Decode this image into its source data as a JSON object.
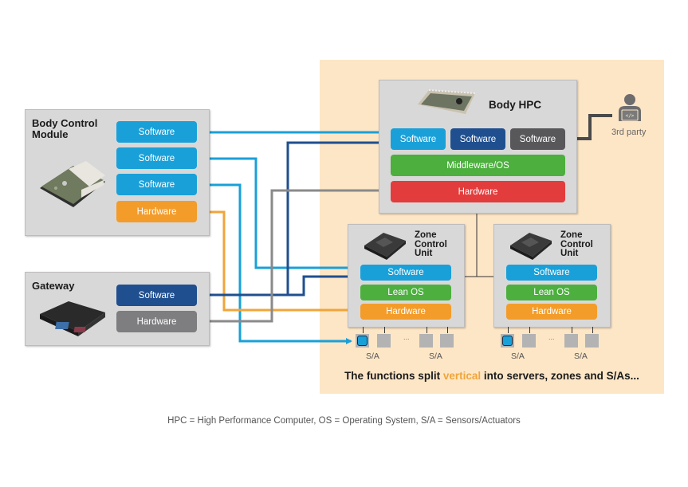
{
  "body_control_module": {
    "title_line1": "Body Control",
    "title_line2": "Module",
    "chips": [
      {
        "label": "Software",
        "kind": "software"
      },
      {
        "label": "Software",
        "kind": "software"
      },
      {
        "label": "Software",
        "kind": "software"
      },
      {
        "label": "Hardware",
        "kind": "hardware"
      }
    ]
  },
  "gateway": {
    "title": "Gateway",
    "chips": [
      {
        "label": "Software",
        "kind": "software"
      },
      {
        "label": "Hardware",
        "kind": "hardware"
      }
    ]
  },
  "body_hpc": {
    "title": "Body HPC",
    "software_chips": [
      "Software",
      "Software",
      "Software"
    ],
    "middleware_label": "Middleware/OS",
    "hardware_label": "Hardware"
  },
  "third_party": {
    "label": "3rd party",
    "icon": "developer-laptop-icon"
  },
  "zone_units": [
    {
      "title_line1": "Zone",
      "title_line2": "Control",
      "title_line3": "Unit",
      "software_label": "Software",
      "os_label": "Lean OS",
      "hardware_label": "Hardware",
      "sa_labels": [
        "S/A",
        "S/A"
      ],
      "ellipsis": "..."
    },
    {
      "title_line1": "Zone",
      "title_line2": "Control",
      "title_line3": "Unit",
      "software_label": "Software",
      "os_label": "Lean OS",
      "hardware_label": "Hardware",
      "sa_labels": [
        "S/A",
        "S/A"
      ],
      "ellipsis": "..."
    }
  ],
  "tagline": {
    "before": "The functions split ",
    "highlight": "vertical",
    "after": " into servers, zones and S/As..."
  },
  "footnote": "HPC = High Performance Computer, OS = Operating System, S/A = Sensors/Actuators",
  "colors": {
    "software_light": "#1aa0d8",
    "software_dark": "#1f4f8f",
    "software_third_party": "#58585a",
    "hardware_orange": "#f39c2a",
    "hardware_gray": "#7e7e80",
    "hardware_red": "#e33c3c",
    "middleware_green": "#4caf3e",
    "panel_background": "#fde6c6",
    "highlight": "#f0a53a"
  }
}
